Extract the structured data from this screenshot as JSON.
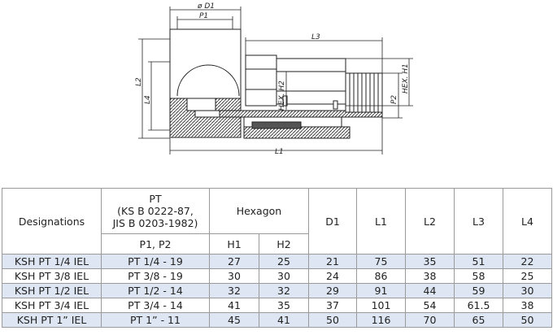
{
  "drawing": {
    "labels": {
      "d1": "ø D1",
      "p1": "P1",
      "l3": "L3",
      "l2": "L2",
      "l4": "L4",
      "hex_h2": "HEX. H2",
      "p2": "P2",
      "hex_h1": "HEX. H1",
      "l1": "L1"
    }
  },
  "table": {
    "headers": {
      "designations": "Designations",
      "pt": "PT\n(KS B 0222-87,\nJIS B 0203-1982)",
      "pt_sub": "P1, P2",
      "hexagon": "Hexagon",
      "h1": "H1",
      "h2": "H2",
      "d1": "D1",
      "l1": "L1",
      "l2": "L2",
      "l3": "L3",
      "l4": "L4"
    },
    "rows": [
      {
        "designation": "KSH PT 1/4 IEL",
        "pt": "PT 1/4 - 19",
        "h1": "27",
        "h2": "25",
        "d1": "21",
        "l1": "75",
        "l2": "35",
        "l3": "51",
        "l4": "22"
      },
      {
        "designation": "KSH PT 3/8 IEL",
        "pt": "PT 3/8 - 19",
        "h1": "30",
        "h2": "30",
        "d1": "24",
        "l1": "86",
        "l2": "38",
        "l3": "58",
        "l4": "25"
      },
      {
        "designation": "KSH PT 1/2 IEL",
        "pt": "PT 1/2 - 14",
        "h1": "32",
        "h2": "32",
        "d1": "29",
        "l1": "91",
        "l2": "44",
        "l3": "59",
        "l4": "30"
      },
      {
        "designation": "KSH PT 3/4 IEL",
        "pt": "PT 3/4 - 14",
        "h1": "41",
        "h2": "35",
        "d1": "37",
        "l1": "101",
        "l2": "54",
        "l3": "61.5",
        "l4": "38"
      },
      {
        "designation": "KSH PT 1” IEL",
        "pt": "PT 1” - 11",
        "h1": "45",
        "h2": "41",
        "d1": "50",
        "l1": "116",
        "l2": "70",
        "l3": "65",
        "l4": "50"
      }
    ]
  }
}
